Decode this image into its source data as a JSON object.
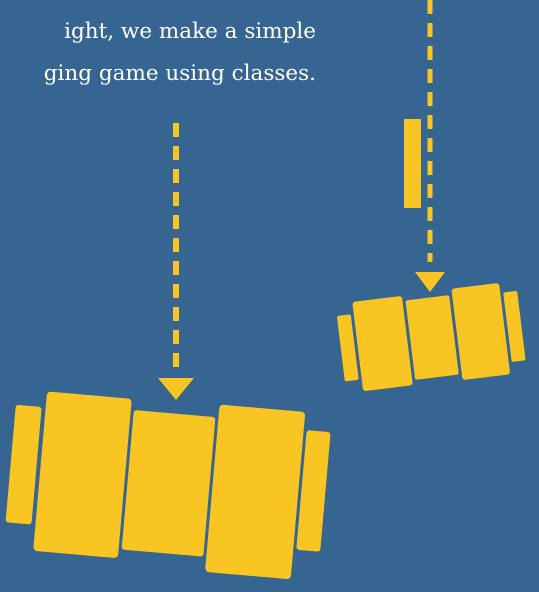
{
  "caption": {
    "line_1": "ight, we make a simple",
    "line_2": "ging game using classes."
  },
  "colors": {
    "background": "#366591",
    "text": "#FFFFFF",
    "accent": "#F8C523"
  },
  "graphics": {
    "tall_bar": "yellow-vertical-bar",
    "small_block_stack": "small-tilted-block-stack",
    "large_block_stack": "large-tilted-block-stack",
    "drop_arrows": "dashed-down-arrow"
  }
}
